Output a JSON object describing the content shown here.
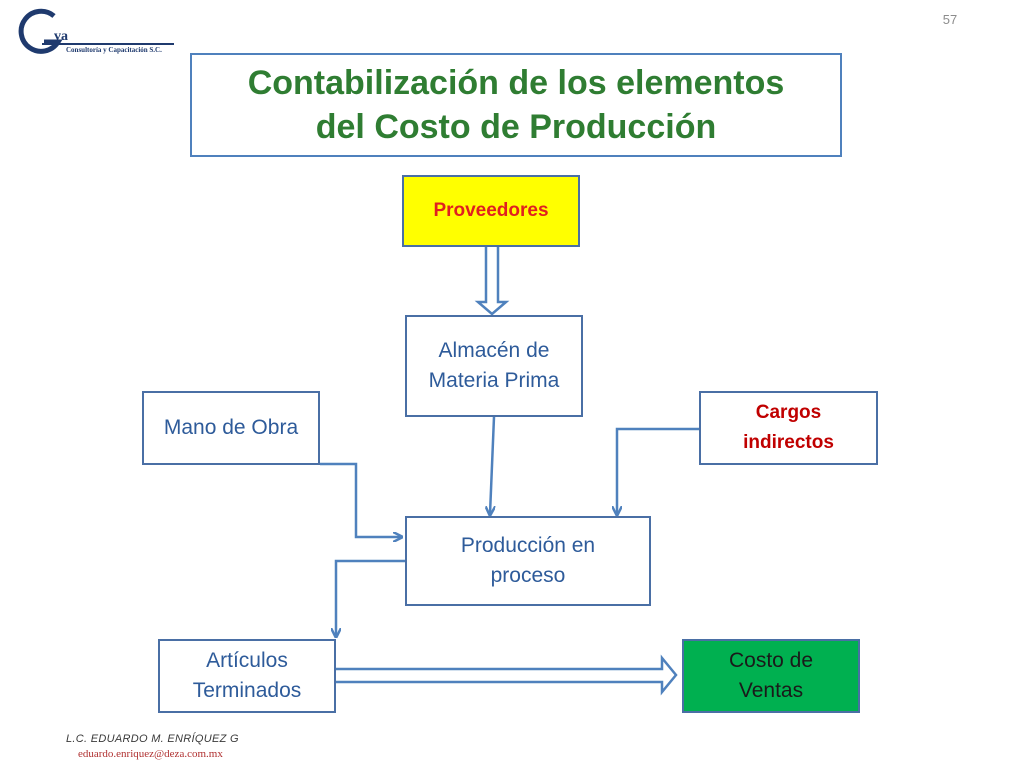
{
  "header": {
    "logo_letters": "Gva",
    "logo_caption": "Consultoría y Capacitación S.C.",
    "page_number": "57"
  },
  "title": {
    "line1": "Contabilización de los elementos",
    "line2": "del Costo de Producción"
  },
  "nodes": {
    "proveedores": "Proveedores",
    "almacen_line1": "Almacén de",
    "almacen_line2": "Materia Prima",
    "mano_obra": "Mano de Obra",
    "cargos_line1": "Cargos",
    "cargos_line2": "indirectos",
    "produccion_line1": "Producción en",
    "produccion_line2": "proceso",
    "articulos_line1": "Artículos",
    "articulos_line2": "Terminados",
    "costo_line1": "Costo de",
    "costo_line2": "Ventas"
  },
  "footer": {
    "name": "L.C. EDUARDO M. ENRÍQUEZ G",
    "email": "eduardo.enriquez@deza.com.mx"
  },
  "colors": {
    "title": "#2f7d32",
    "box_border": "#4a6fa5",
    "arrow": "#4f81bd",
    "proveedores_bg": "#ffff00",
    "costo_bg": "#00b050"
  }
}
